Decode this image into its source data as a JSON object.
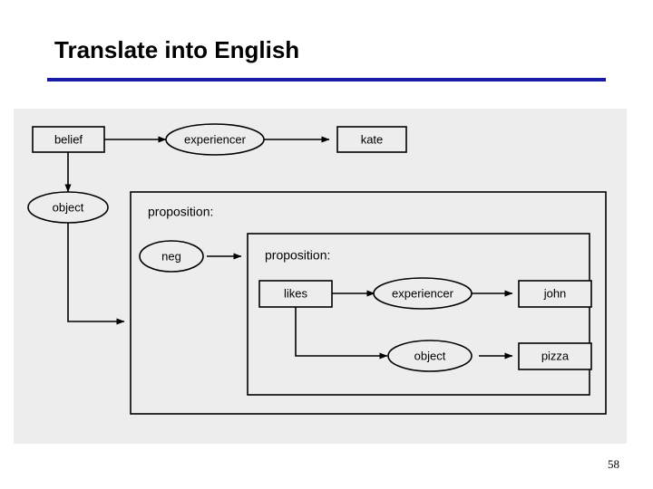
{
  "slide": {
    "title": "Translate into English",
    "page_number": "58",
    "rule_color": "#1a1aa8",
    "panel_background": "#ededed"
  },
  "diagram": {
    "type": "semantic-network",
    "containers": [
      {
        "id": "outer-proposition",
        "label": "proposition:"
      },
      {
        "id": "inner-proposition",
        "label": "proposition:"
      }
    ],
    "nodes": [
      {
        "id": "belief",
        "label": "belief",
        "shape": "box"
      },
      {
        "id": "experiencer-outer",
        "label": "experiencer",
        "shape": "ellipse"
      },
      {
        "id": "kate",
        "label": "kate",
        "shape": "box"
      },
      {
        "id": "object-outer",
        "label": "object",
        "shape": "ellipse"
      },
      {
        "id": "neg",
        "label": "neg",
        "shape": "ellipse"
      },
      {
        "id": "likes",
        "label": "likes",
        "shape": "box"
      },
      {
        "id": "experiencer-inner",
        "label": "experiencer",
        "shape": "ellipse"
      },
      {
        "id": "john",
        "label": "john",
        "shape": "box"
      },
      {
        "id": "object-inner",
        "label": "object",
        "shape": "ellipse"
      },
      {
        "id": "pizza",
        "label": "pizza",
        "shape": "box"
      }
    ],
    "edges": [
      {
        "from": "belief",
        "to": "experiencer-outer"
      },
      {
        "from": "experiencer-outer",
        "to": "kate"
      },
      {
        "from": "belief",
        "to": "object-outer"
      },
      {
        "from": "object-outer",
        "to": "outer-proposition"
      },
      {
        "from": "neg",
        "to": "inner-proposition"
      },
      {
        "from": "likes",
        "to": "experiencer-inner"
      },
      {
        "from": "experiencer-inner",
        "to": "john"
      },
      {
        "from": "likes",
        "to": "object-inner"
      },
      {
        "from": "object-inner",
        "to": "pizza"
      }
    ]
  }
}
